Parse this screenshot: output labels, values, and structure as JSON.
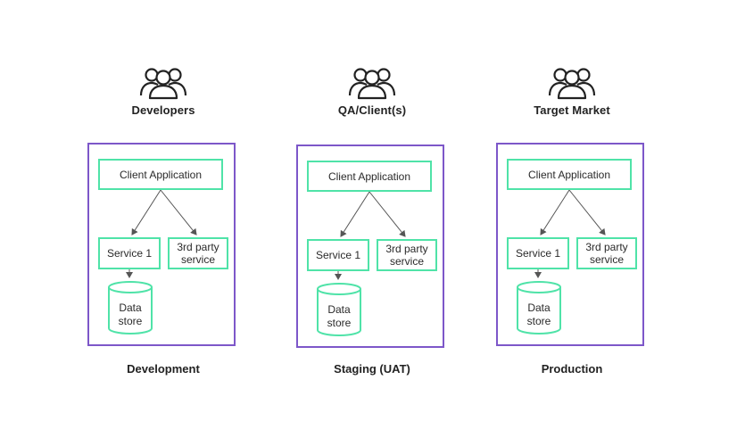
{
  "colors": {
    "environment_border": "#7d57c9",
    "node_border": "#4fe3a8",
    "text": "#222222",
    "arrow": "#555555"
  },
  "icons": {
    "audience": "people-group-icon"
  },
  "environments": [
    {
      "audience": "Developers",
      "name": "Development",
      "client_application": "Client Application",
      "service": "Service 1",
      "third_party_line1": "3rd party",
      "third_party_line2": "service",
      "data_store_line1": "Data",
      "data_store_line2": "store"
    },
    {
      "audience": "QA/Client(s)",
      "name": "Staging (UAT)",
      "client_application": "Client Application",
      "service": "Service 1",
      "third_party_line1": "3rd party",
      "third_party_line2": "service",
      "data_store_line1": "Data",
      "data_store_line2": "store"
    },
    {
      "audience": "Target Market",
      "name": "Production",
      "client_application": "Client Application",
      "service": "Service 1",
      "third_party_line1": "3rd party",
      "third_party_line2": "service",
      "data_store_line1": "Data",
      "data_store_line2": "store"
    }
  ]
}
